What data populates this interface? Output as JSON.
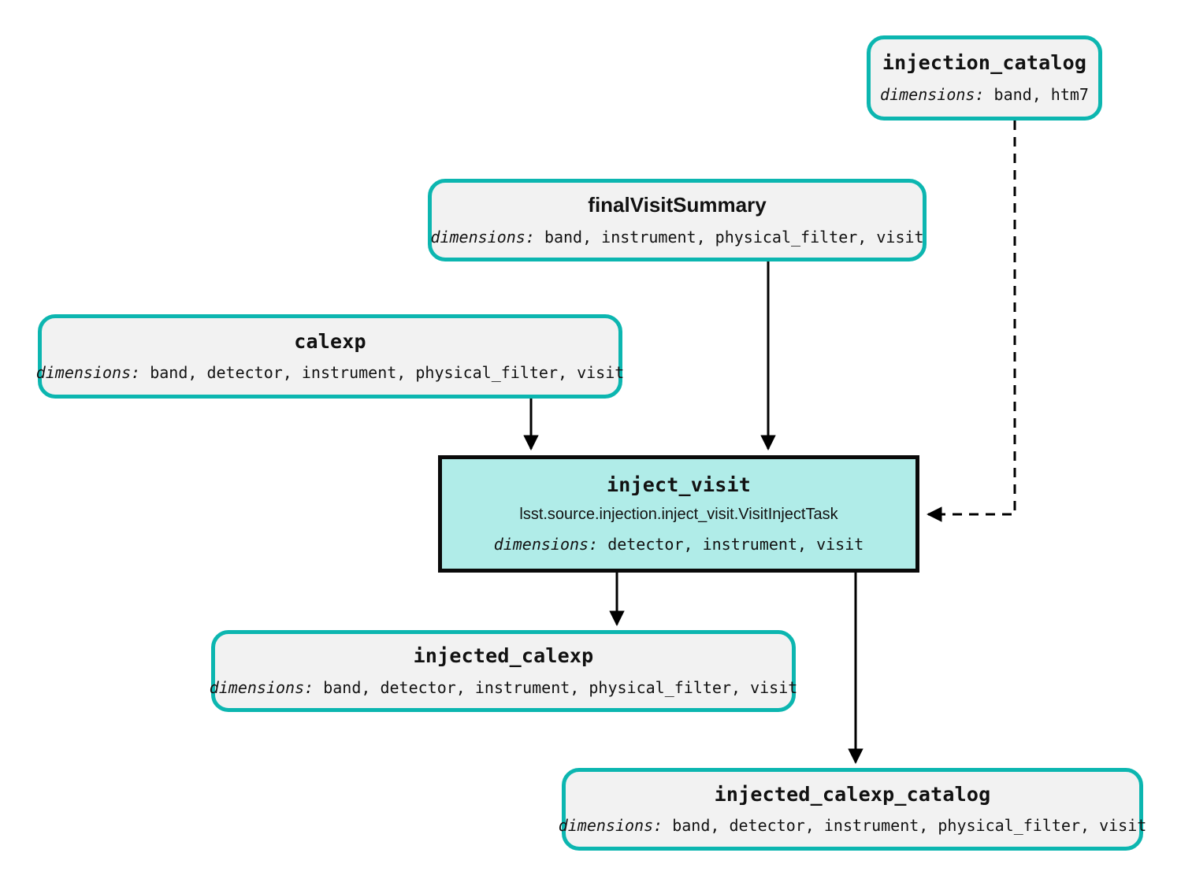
{
  "diagram": {
    "title": "inject_visit pipeline graph",
    "background_color": "#ffffff",
    "dataset_border_color": "#0cb6b0",
    "dataset_fill_color": "#f2f2f2",
    "task_fill_color": "#b0ece8",
    "task_border_color": "#0a0a0a",
    "edge_color": "#000000",
    "dimensions_label": "dimensions:"
  },
  "nodes": {
    "injection_catalog": {
      "title": "injection_catalog",
      "kind": "dataset",
      "dimensions_label": "dimensions:",
      "dimensions": "band, htm7"
    },
    "finalVisitSummary": {
      "title": "finalVisitSummary",
      "kind": "dataset",
      "dimensions_label": "dimensions:",
      "dimensions": "band, instrument, physical_filter, visit"
    },
    "calexp": {
      "title": "calexp",
      "kind": "dataset",
      "dimensions_label": "dimensions:",
      "dimensions": "band, detector, instrument, physical_filter, visit"
    },
    "inject_visit": {
      "title": "inject_visit",
      "kind": "task",
      "task_class": "lsst.source.injection.inject_visit.VisitInjectTask",
      "dimensions_label": "dimensions:",
      "dimensions": "detector, instrument, visit"
    },
    "injected_calexp": {
      "title": "injected_calexp",
      "kind": "dataset",
      "dimensions_label": "dimensions:",
      "dimensions": "band, detector, instrument, physical_filter, visit"
    },
    "injected_calexp_catalog": {
      "title": "injected_calexp_catalog",
      "kind": "dataset",
      "dimensions_label": "dimensions:",
      "dimensions": "band, detector, instrument, physical_filter, visit"
    }
  },
  "edges": [
    {
      "from": "calexp",
      "to": "inject_visit",
      "style": "solid"
    },
    {
      "from": "finalVisitSummary",
      "to": "inject_visit",
      "style": "solid"
    },
    {
      "from": "injection_catalog",
      "to": "inject_visit",
      "style": "dashed"
    },
    {
      "from": "inject_visit",
      "to": "injected_calexp",
      "style": "solid"
    },
    {
      "from": "inject_visit",
      "to": "injected_calexp_catalog",
      "style": "solid"
    }
  ]
}
